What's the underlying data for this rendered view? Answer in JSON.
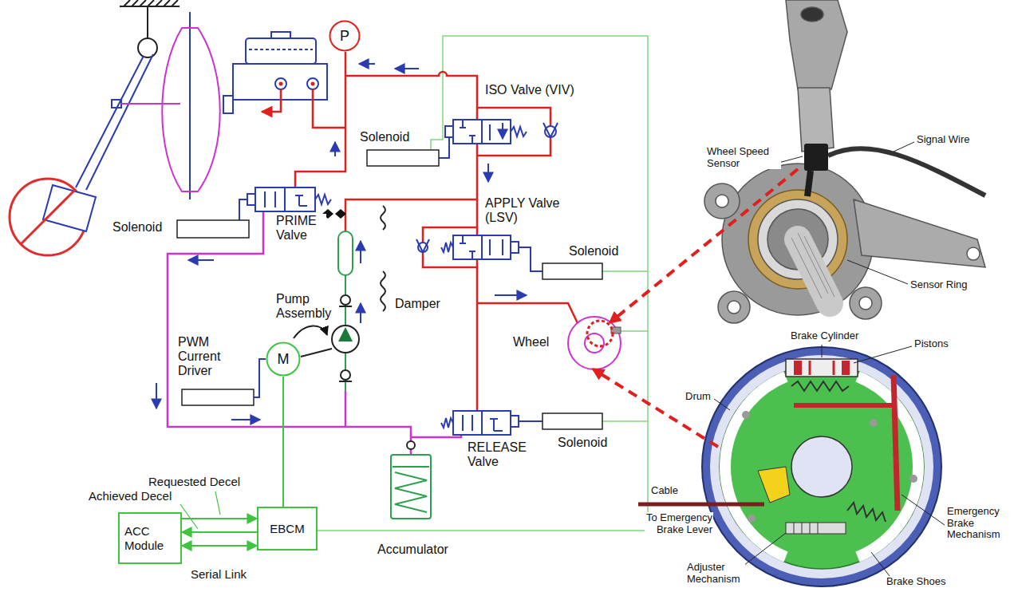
{
  "diagram": {
    "nodes": [
      {
        "text": [
          "P"
        ]
      },
      {
        "text": [
          "ACC Module"
        ]
      },
      {
        "text": [
          "EBCM"
        ]
      },
      {
        "text": [
          "M"
        ]
      }
    ],
    "edges": [
      {
        "from": 1,
        "to": 2,
        "arrow": "to",
        "label": "Requested Decel"
      },
      {
        "from": 2,
        "to": 1,
        "arrow": "to",
        "label": "Achieved Decel"
      },
      {
        "from": 1,
        "to": 2,
        "arrow": "both",
        "label": "Serial Link"
      },
      {
        "from": 3,
        "to": 2,
        "arrow": "none"
      }
    ],
    "labels": [
      "ISO Valve (VIV)",
      "Solenoid",
      "Solenoid",
      "PRIME Valve",
      "APPLY Valve (LSV)",
      "Solenoid",
      "Damper",
      "Pump Assembly",
      "PWM Current Driver",
      "Wheel",
      "RELEASE Valve",
      "Solenoid",
      "Accumulator",
      "Wheel Speed Sensor",
      "Signal Wire",
      "Sensor Ring",
      "Brake Cylinder",
      "Pistons",
      "Drum",
      "Cable",
      "To Emergency Brake Lever",
      "Emergency Brake Mechanism",
      "Adjuster Mechanism",
      "Brake Shoes"
    ]
  }
}
